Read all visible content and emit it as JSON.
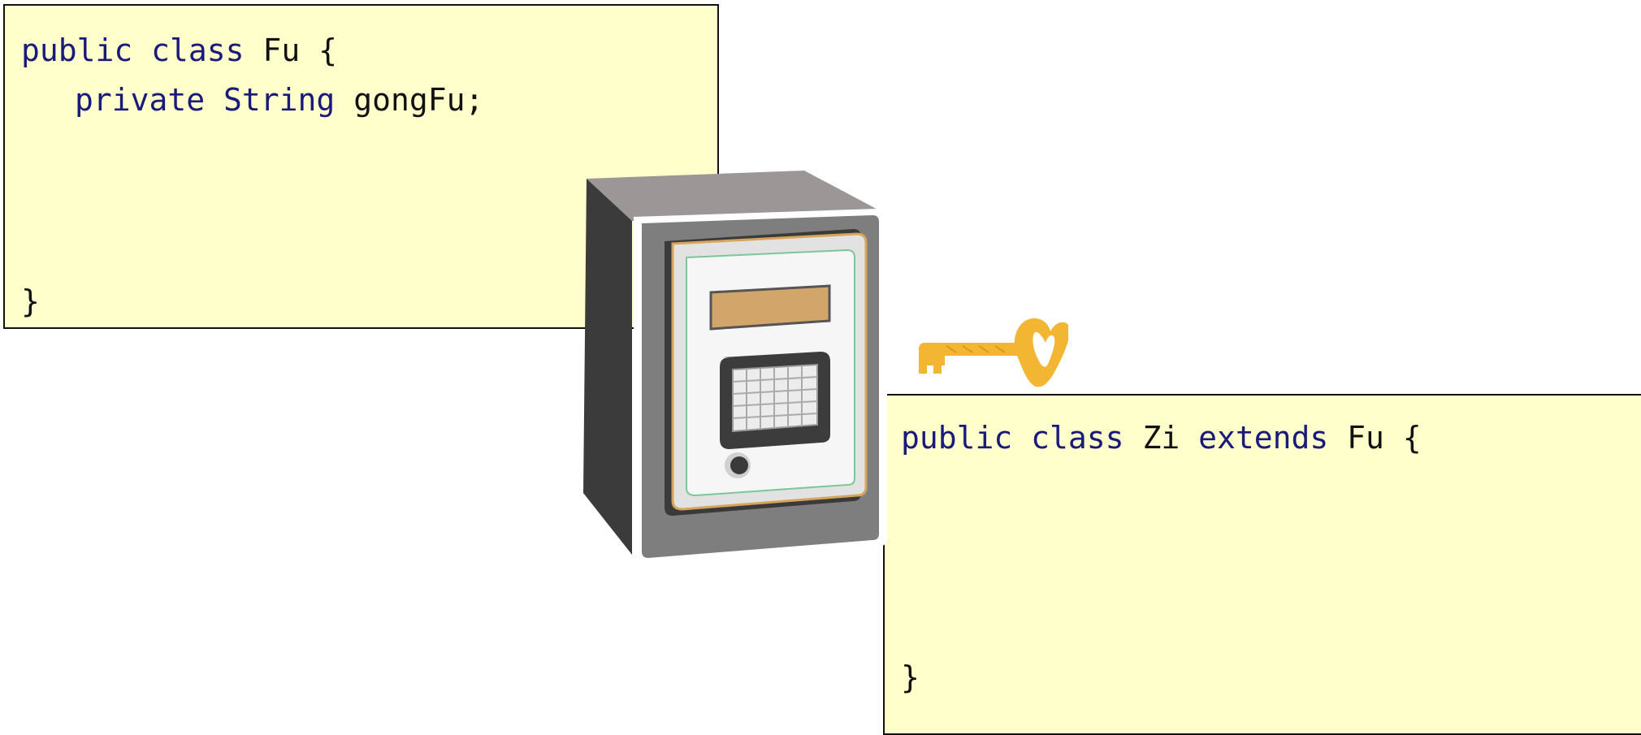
{
  "fu_class": {
    "line1": {
      "kw1": "public",
      "kw2": "class",
      "rest": " Fu {"
    },
    "line2": {
      "kw1": "private",
      "kw2": "String",
      "rest": " gongFu;"
    },
    "closing": "}"
  },
  "zi_class": {
    "line1": {
      "kw1": "public",
      "kw2": "class",
      "mid": " Zi ",
      "kw3": "extends",
      "rest": " Fu {"
    },
    "closing": "}"
  },
  "icons": {
    "safe": "safe-icon",
    "key": "key-icon"
  },
  "colors": {
    "code_background": "#ffffcc",
    "keyword": "#1a1a7a",
    "key_gold": "#f2b632",
    "safe_body": "#7a7a7a"
  }
}
